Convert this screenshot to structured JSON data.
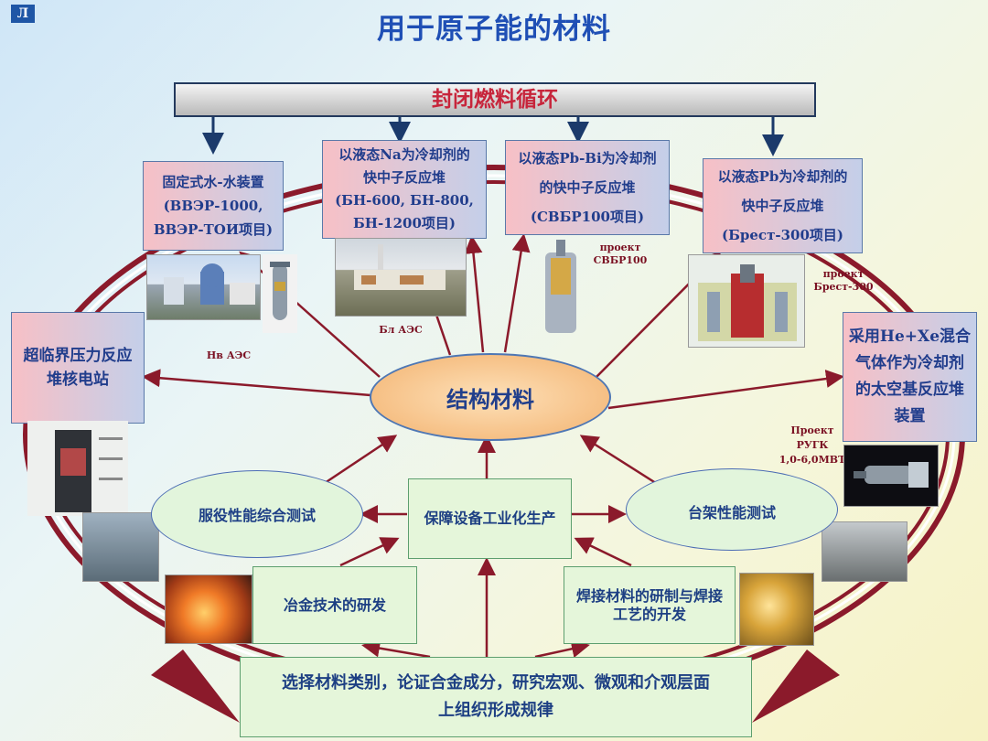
{
  "logo": "Л",
  "title": "用于原子能的材料",
  "banner": "封闭燃料循环",
  "center": "结构材料",
  "reactors": {
    "vver": [
      "固定式水-水装置",
      "(ВВЭР-1000,",
      "ВВЭР-ТОИ项目)"
    ],
    "bn": [
      "以液态Na为冷却剂的",
      "快中子反应堆",
      "(БН-600, БН-800,",
      "БН-1200项目)"
    ],
    "svbr": [
      "以液态Pb-Bi为冷却剂",
      "的快中子反应堆",
      "(СВБР100项目)"
    ],
    "brest": [
      "以液态Pb为冷却剂的",
      "快中子反应堆",
      "(Брест-300项目)"
    ],
    "supercrit": [
      "超临界压力反应",
      "堆核电站"
    ],
    "space": [
      "采用He+Xe混合",
      "气体作为冷却剂",
      "的太空基反应堆",
      "装置"
    ]
  },
  "captions": {
    "nv": "Нв АЭС",
    "bl": "Бл АЭС",
    "svbr": [
      "проект",
      "СВБР100"
    ],
    "brest": [
      "проект",
      "Брест-300"
    ],
    "rugk": [
      "Проект",
      "РУГК",
      "1,0-6,0МВТ"
    ]
  },
  "activities": {
    "service_test": "服役性能综合测试",
    "bench_test": "台架性能测试",
    "industrial": "保障设备工业化生产",
    "metallurgy": "冶金技术的研发",
    "welding": [
      "焊接材料的研制与焊接",
      "工艺的开发"
    ],
    "bottom": [
      "选择材料类别，论证合金成分，研究宏观、微观和介观层面",
      "上组织形成规律"
    ]
  },
  "colors": {
    "title": "#1f4fb5",
    "banner_text": "#c7253b",
    "arrow": "#8b1a2b",
    "box_text": "#213d8c"
  }
}
